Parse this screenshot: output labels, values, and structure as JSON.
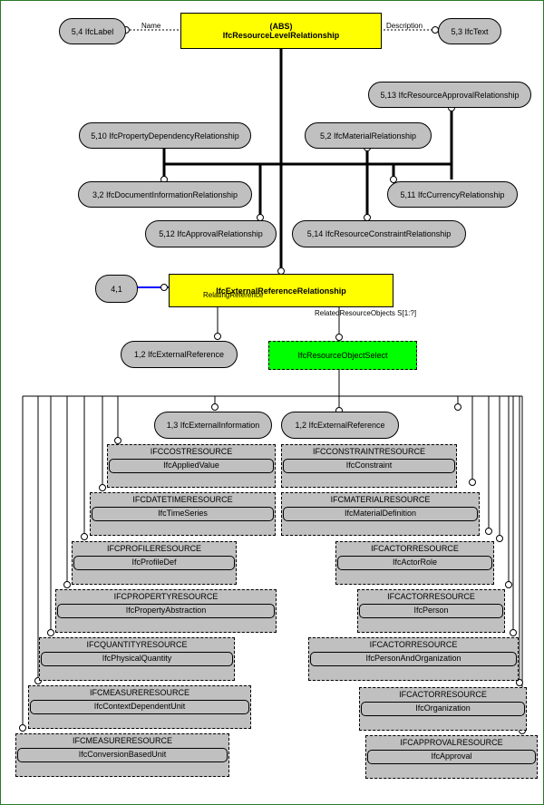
{
  "root": {
    "abs": "(ABS)",
    "name": "IfcResourceLevelRelationship"
  },
  "attrs": {
    "name": "Name",
    "description": "Description"
  },
  "refs": {
    "label": "5,4 IfcLabel",
    "text": "5,3 IfcText",
    "approval_rel": "5,13 IfcResourceApprovalRelationship",
    "property_dep": "5,10 IfcPropertyDependencyRelationship",
    "material_rel": "5,2 IfcMaterialRelationship",
    "document_info": "3,2 IfcDocumentInformationRelationship",
    "currency_rel": "5,11 IfcCurrencyRelationship",
    "approval_rel2": "5,12 IfcApprovalRelationship",
    "constraint_rel": "5,14 IfcResourceConstraintRelationship",
    "page_ref": "4,1",
    "ext_ref_1": "1,2 IfcExternalReference",
    "ext_info": "1,3 IfcExternalInformation",
    "ext_ref_2": "1,2 IfcExternalReference"
  },
  "ext_rel": {
    "name": "IfcExternalReferenceRelationship",
    "relating": "RelatingReference",
    "related": "RelatedResourceObjects S[1:?]"
  },
  "select": "IfcResourceObjectSelect",
  "groups": [
    {
      "title": "IFCCOSTRESOURCE",
      "item": "IfcAppliedValue"
    },
    {
      "title": "IFCCONSTRAINTRESOURCE",
      "item": "IfcConstraint"
    },
    {
      "title": "IFCDATETIMERESOURCE",
      "item": "IfcTimeSeries"
    },
    {
      "title": "IFCMATERIALRESOURCE",
      "item": "IfcMaterialDefinition"
    },
    {
      "title": "IFCPROFILERESOURCE",
      "item": "IfcProfileDef"
    },
    {
      "title": "IFCACTORRESOURCE",
      "item": "IfcActorRole"
    },
    {
      "title": "IFCPROPERTYRESOURCE",
      "item": "IfcPropertyAbstraction"
    },
    {
      "title": "IFCACTORRESOURCE",
      "item": "IfcPerson"
    },
    {
      "title": "IFCQUANTITYRESOURCE",
      "item": "IfcPhysicalQuantity"
    },
    {
      "title": "IFCACTORRESOURCE",
      "item": "IfcPersonAndOrganization"
    },
    {
      "title": "IFCMEASURERESOURCE",
      "item": "IfcContextDependentUnit"
    },
    {
      "title": "IFCACTORRESOURCE",
      "item": "IfcOrganization"
    },
    {
      "title": "IFCMEASURERESOURCE",
      "item": "IfcConversionBasedUnit"
    },
    {
      "title": "IFCAPPROVALRESOURCE",
      "item": "IfcApproval"
    }
  ]
}
